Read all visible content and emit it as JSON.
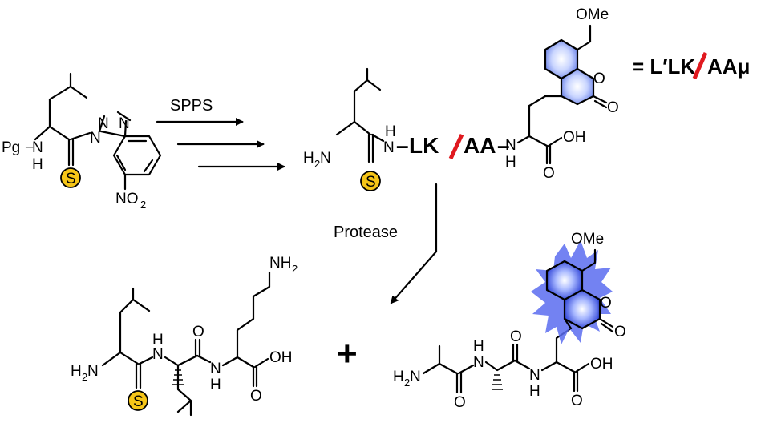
{
  "step1": {
    "label": "SPPS"
  },
  "step2": {
    "label": "Protease"
  },
  "reactant": {
    "protecting_group": "Pg",
    "nh": "N",
    "nh_h": "H",
    "sulfur": "S",
    "triazole_n1": "N",
    "triazole_n2": "N",
    "triazole_n3": "N",
    "nitro": "NO",
    "nitro_sub": "2"
  },
  "intermediate": {
    "amine": "H",
    "amine_sub": "2",
    "amine_n": "N",
    "sulfur": "S",
    "nh_n": "N",
    "nh_h": "H",
    "dash1": "–",
    "seq_left": "LK",
    "seq_right": "AA",
    "dash2": "–",
    "nh2_n": "N",
    "nh2_h": "H",
    "acid": "OH",
    "acid_o": "O",
    "lactone_o": "O",
    "carbonyl_o": "O",
    "methoxy": "OMe"
  },
  "equation": {
    "text": "= L′LK",
    "text2": "AAμ"
  },
  "product1": {
    "amine": "H",
    "amine_sub": "2",
    "amine_n": "N",
    "sulfur": "S",
    "nh_n": "N",
    "nh_h": "H",
    "o1": "O",
    "nh2_n": "N",
    "nh2_h": "H",
    "acid": "OH",
    "acid_o": "O",
    "lys_amine": "NH",
    "lys_amine_sub": "2"
  },
  "plus": {
    "label": "+"
  },
  "product2": {
    "amine": "H",
    "amine_sub": "2",
    "amine_n": "N",
    "o1": "O",
    "nh_n": "N",
    "nh_h": "H",
    "o2": "O",
    "nh2_n": "N",
    "nh2_h": "H",
    "acid": "OH",
    "acid_o": "O",
    "lactone_o": "O",
    "carbonyl_o": "O",
    "methoxy": "OMe"
  },
  "colors": {
    "sulfur": "#f5c518",
    "cleavage": "#e0191f",
    "fluorophore": "#2a3fd6",
    "glow": "#5b6cf0"
  }
}
